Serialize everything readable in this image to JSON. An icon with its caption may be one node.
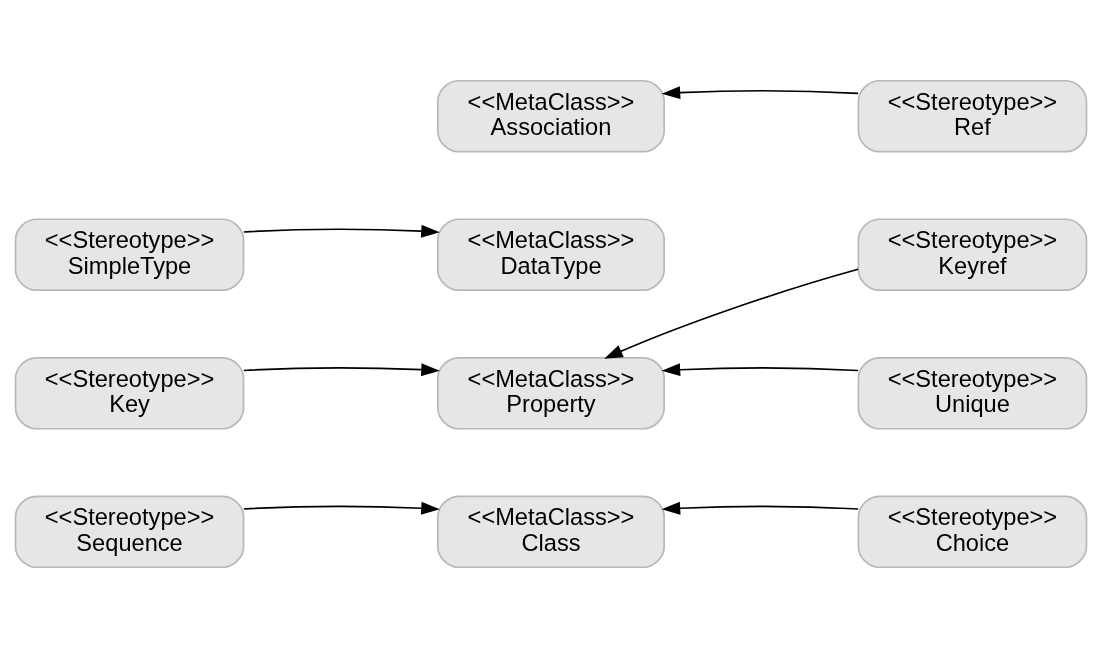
{
  "diagram": {
    "nodes": [
      {
        "text": [
          "<<Stereotype>>",
          "Sequence"
        ]
      },
      {
        "text": [
          "<<MetaClass>>",
          "Class"
        ]
      },
      {
        "text": [
          "<<Stereotype>>",
          "Choice"
        ]
      },
      {
        "text": [
          "<<Stereotype>>",
          "Keyref"
        ]
      },
      {
        "text": [
          "<<Stereotype>>",
          "Key"
        ]
      },
      {
        "text": [
          "<<MetaClass>>",
          "Property"
        ]
      },
      {
        "text": [
          "<<Stereotype>>",
          "Unique"
        ]
      },
      {
        "text": [
          "<<Stereotype>>",
          "SimpleType"
        ]
      },
      {
        "text": [
          "<<MetaClass>>",
          "DataType"
        ]
      },
      {
        "text": [
          "<<MetaClass>>",
          "Association"
        ]
      },
      {
        "text": [
          "<<Stereotype>>",
          "Ref"
        ]
      }
    ],
    "edges": [
      {
        "from": 0,
        "to": 1,
        "arrow": "to"
      },
      {
        "from": 2,
        "to": 1,
        "arrow": "to"
      },
      {
        "from": 3,
        "to": 5,
        "arrow": "to"
      },
      {
        "from": 4,
        "to": 5,
        "arrow": "to"
      },
      {
        "from": 6,
        "to": 5,
        "arrow": "to"
      },
      {
        "from": 7,
        "to": 8,
        "arrow": "to"
      },
      {
        "from": 10,
        "to": 9,
        "arrow": "to"
      }
    ]
  }
}
